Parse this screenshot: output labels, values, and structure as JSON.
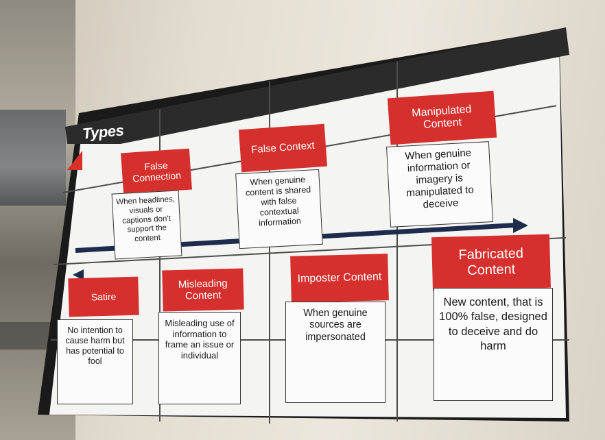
{
  "slide": {
    "title": "Types",
    "cards": [
      {
        "label": "False Connection",
        "desc": "When headlines, visuals or captions don’t support the content"
      },
      {
        "label": "False Context",
        "desc": "When genuine content is shared with false contextual information"
      },
      {
        "label": "Manipulated Content",
        "desc": "When genuine information or imagery is manipulated to deceive"
      },
      {
        "label": "Satire",
        "desc": "No intention to cause harm but has potential to fool"
      },
      {
        "label": "Misleading Content",
        "desc": "Misleading use of information to frame an issue or individual"
      },
      {
        "label": "Imposter Content",
        "desc": "When genuine sources are impersonated"
      },
      {
        "label": "Fabricated Content",
        "desc": "New content, that is 100% false, designed to deceive and do harm"
      }
    ]
  },
  "colors": {
    "accent": "#d5302d",
    "arrow": "#1d2b4d"
  }
}
